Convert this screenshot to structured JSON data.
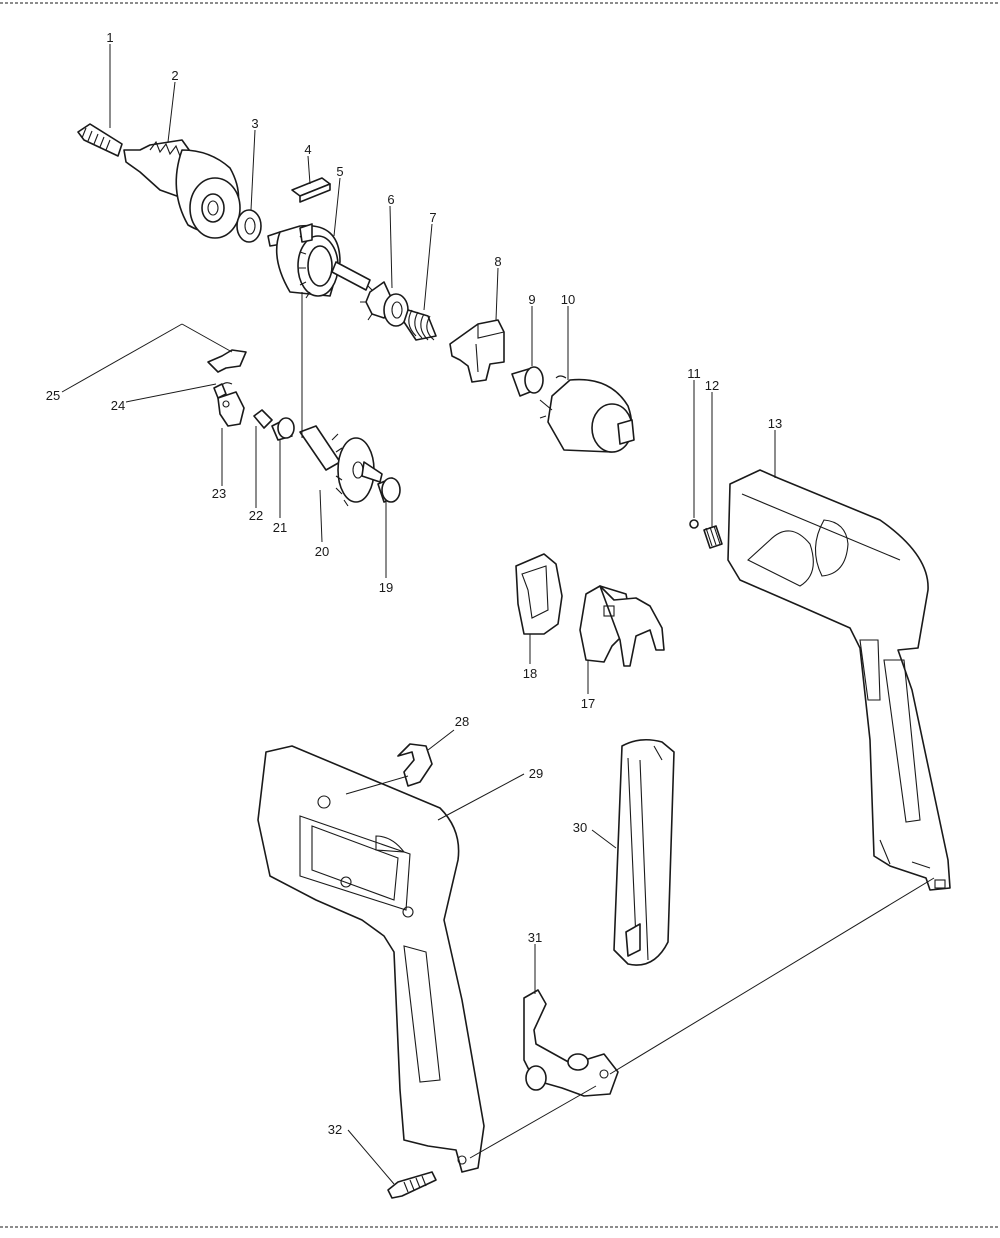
{
  "parts": [
    {
      "key": "1",
      "label": "1"
    },
    {
      "key": "2",
      "label": "2"
    },
    {
      "key": "3",
      "label": "3"
    },
    {
      "key": "4",
      "label": "4"
    },
    {
      "key": "5",
      "label": "5"
    },
    {
      "key": "6",
      "label": "6"
    },
    {
      "key": "7",
      "label": "7"
    },
    {
      "key": "8",
      "label": "8"
    },
    {
      "key": "9",
      "label": "9"
    },
    {
      "key": "10",
      "label": "10"
    },
    {
      "key": "11",
      "label": "11"
    },
    {
      "key": "12",
      "label": "12"
    },
    {
      "key": "13",
      "label": "13"
    },
    {
      "key": "17",
      "label": "17"
    },
    {
      "key": "18",
      "label": "18"
    },
    {
      "key": "19",
      "label": "19"
    },
    {
      "key": "20",
      "label": "20"
    },
    {
      "key": "21",
      "label": "21"
    },
    {
      "key": "22",
      "label": "22"
    },
    {
      "key": "23",
      "label": "23"
    },
    {
      "key": "24",
      "label": "24"
    },
    {
      "key": "25",
      "label": "25"
    },
    {
      "key": "28",
      "label": "28"
    },
    {
      "key": "29",
      "label": "29"
    },
    {
      "key": "30",
      "label": "30"
    },
    {
      "key": "31",
      "label": "31"
    },
    {
      "key": "32",
      "label": "32"
    }
  ]
}
